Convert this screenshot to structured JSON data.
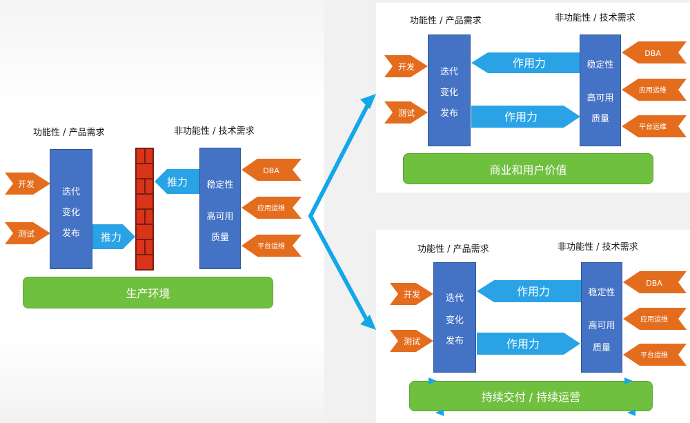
{
  "left": {
    "functional_header": "功能性 / 产品需求",
    "nonfunctional_header": "非功能性 / 技术需求",
    "inputs_left": [
      "开发",
      "测试"
    ],
    "iteration_box": [
      "迭代",
      "变化",
      "发布"
    ],
    "stability_box": [
      "稳定性",
      "高可用",
      "质量"
    ],
    "inputs_right": [
      "DBA",
      "应用运维",
      "平台运维"
    ],
    "push_right_label": "推力",
    "push_left_label": "推力",
    "env_label": "生产环境"
  },
  "top_right": {
    "functional_header": "功能性 / 产品需求",
    "nonfunctional_header": "非功能性 / 技术需求",
    "inputs_left": [
      "开发",
      "测试"
    ],
    "iteration_box": [
      "迭代",
      "变化",
      "发布"
    ],
    "stability_box": [
      "稳定性",
      "高可用",
      "质量"
    ],
    "inputs_right": [
      "DBA",
      "应用运维",
      "平台运维"
    ],
    "force_left_label": "作用力",
    "force_right_label": "作用力",
    "bar_label": "商业和用户价值"
  },
  "bottom_right": {
    "functional_header": "功能性 / 产品需求",
    "nonfunctional_header": "非功能性 / 技术需求",
    "inputs_left": [
      "开发",
      "测试"
    ],
    "iteration_box": [
      "迭代",
      "变化",
      "发布"
    ],
    "stability_box": [
      "稳定性",
      "高可用",
      "质量"
    ],
    "inputs_right": [
      "DBA",
      "应用运维",
      "平台运维"
    ],
    "force_left_label": "作用力",
    "force_right_label": "作用力",
    "bar_label": "持续交付 / 持续运营"
  },
  "colors": {
    "blue_box": "#4472c4",
    "arrow_blue": "#29a3e6",
    "arrow_orange": "#e46c1d",
    "green": "#70c040",
    "wall_red": "#d9341a",
    "connector": "#12a8e8"
  }
}
